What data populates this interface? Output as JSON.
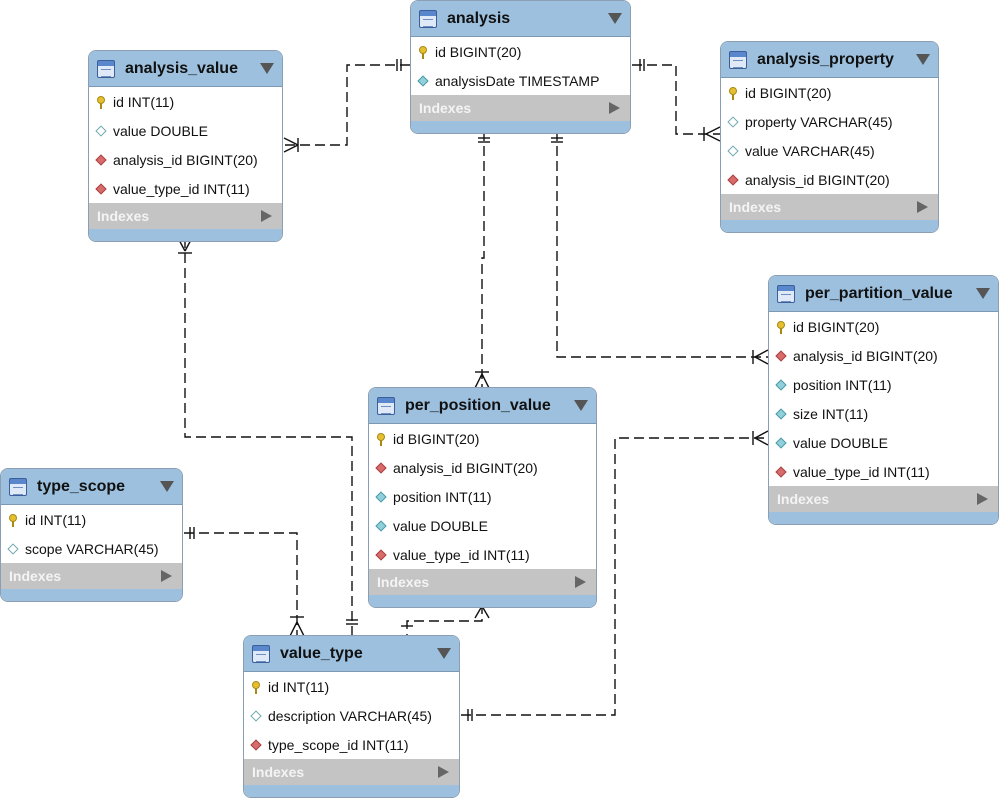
{
  "colors": {
    "header": "#9cc0de",
    "indexes_bar": "#c4c4c4",
    "border": "#8a9fb4",
    "connector": "#111111"
  },
  "indexes_label": "Indexes",
  "tables": {
    "analysis": {
      "name": "analysis",
      "columns": [
        {
          "label": "id BIGINT(20)",
          "kind": "pk"
        },
        {
          "label": "analysisDate TIMESTAMP",
          "kind": "col-nn"
        }
      ]
    },
    "analysis_value": {
      "name": "analysis_value",
      "columns": [
        {
          "label": "id INT(11)",
          "kind": "pk"
        },
        {
          "label": "value DOUBLE",
          "kind": "col"
        },
        {
          "label": "analysis_id BIGINT(20)",
          "kind": "fk"
        },
        {
          "label": "value_type_id INT(11)",
          "kind": "fk"
        }
      ]
    },
    "analysis_property": {
      "name": "analysis_property",
      "columns": [
        {
          "label": "id BIGINT(20)",
          "kind": "pk"
        },
        {
          "label": "property VARCHAR(45)",
          "kind": "col"
        },
        {
          "label": "value VARCHAR(45)",
          "kind": "col"
        },
        {
          "label": "analysis_id BIGINT(20)",
          "kind": "fk"
        }
      ]
    },
    "per_partition_value": {
      "name": "per_partition_value",
      "columns": [
        {
          "label": "id BIGINT(20)",
          "kind": "pk"
        },
        {
          "label": "analysis_id BIGINT(20)",
          "kind": "fk"
        },
        {
          "label": "position INT(11)",
          "kind": "col-nn"
        },
        {
          "label": "size INT(11)",
          "kind": "col-nn"
        },
        {
          "label": "value DOUBLE",
          "kind": "col-nn"
        },
        {
          "label": "value_type_id INT(11)",
          "kind": "fk"
        }
      ]
    },
    "per_position_value": {
      "name": "per_position_value",
      "columns": [
        {
          "label": "id BIGINT(20)",
          "kind": "pk"
        },
        {
          "label": "analysis_id BIGINT(20)",
          "kind": "fk"
        },
        {
          "label": "position INT(11)",
          "kind": "col-nn"
        },
        {
          "label": "value DOUBLE",
          "kind": "col-nn"
        },
        {
          "label": "value_type_id INT(11)",
          "kind": "fk"
        }
      ]
    },
    "type_scope": {
      "name": "type_scope",
      "columns": [
        {
          "label": "id INT(11)",
          "kind": "pk"
        },
        {
          "label": "scope VARCHAR(45)",
          "kind": "col"
        }
      ]
    },
    "value_type": {
      "name": "value_type",
      "columns": [
        {
          "label": "id INT(11)",
          "kind": "pk"
        },
        {
          "label": "description VARCHAR(45)",
          "kind": "col"
        },
        {
          "label": "type_scope_id INT(11)",
          "kind": "fk"
        }
      ]
    }
  },
  "relationships": [
    {
      "from": "analysis",
      "to": "analysis_value",
      "parent_end": "one",
      "child_end": "many"
    },
    {
      "from": "analysis",
      "to": "analysis_property",
      "parent_end": "one",
      "child_end": "many"
    },
    {
      "from": "analysis",
      "to": "per_position_value",
      "parent_end": "one",
      "child_end": "many"
    },
    {
      "from": "analysis",
      "to": "per_partition_value",
      "parent_end": "one",
      "child_end": "many"
    },
    {
      "from": "value_type",
      "to": "analysis_value",
      "parent_end": "one",
      "child_end": "many"
    },
    {
      "from": "value_type",
      "to": "per_position_value",
      "parent_end": "one",
      "child_end": "many"
    },
    {
      "from": "value_type",
      "to": "per_partition_value",
      "parent_end": "one",
      "child_end": "many"
    },
    {
      "from": "type_scope",
      "to": "value_type",
      "parent_end": "one",
      "child_end": "many"
    }
  ]
}
